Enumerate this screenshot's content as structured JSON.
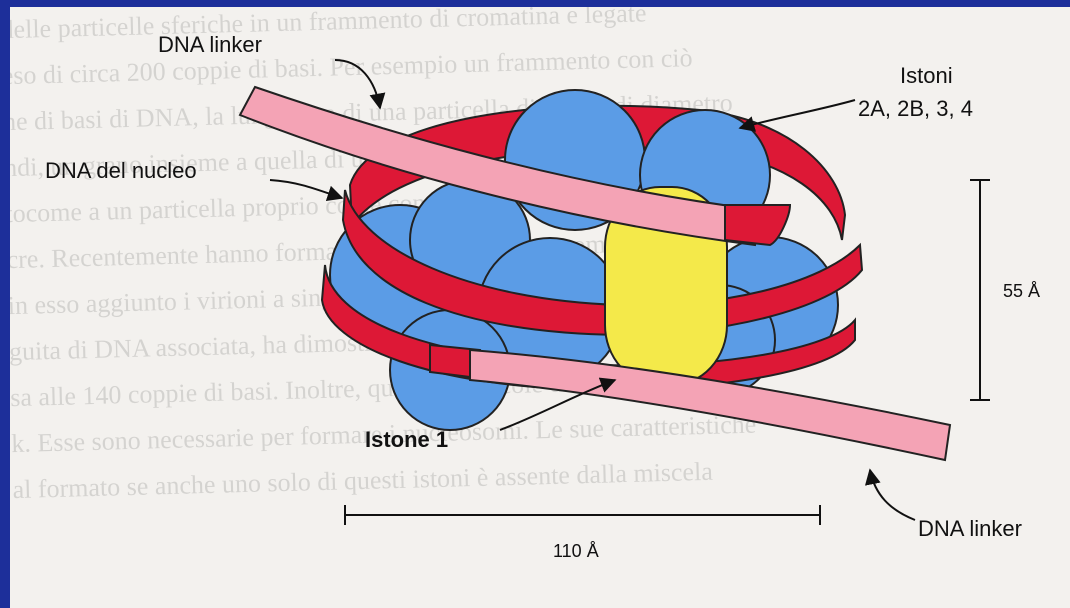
{
  "labels": {
    "dna_linker_top": "DNA linker",
    "istoni_title": "Istoni",
    "istoni_types": "2A, 2B, 3, 4",
    "dna_nucleo": "DNA del nucleo",
    "height_dim": "55 Å",
    "istone_1": "Istone 1",
    "dna_linker_bottom": "DNA linker",
    "width_dim": "110 Å"
  },
  "colors": {
    "page_frame": "#1d2f9a",
    "background": "#f3f1ee",
    "histone_octamer": "#5b9ce6",
    "histone_h1": "#f4e94a",
    "core_dna": "#dd1836",
    "linker_dna": "#f4a3b5",
    "outline": "#222222"
  }
}
